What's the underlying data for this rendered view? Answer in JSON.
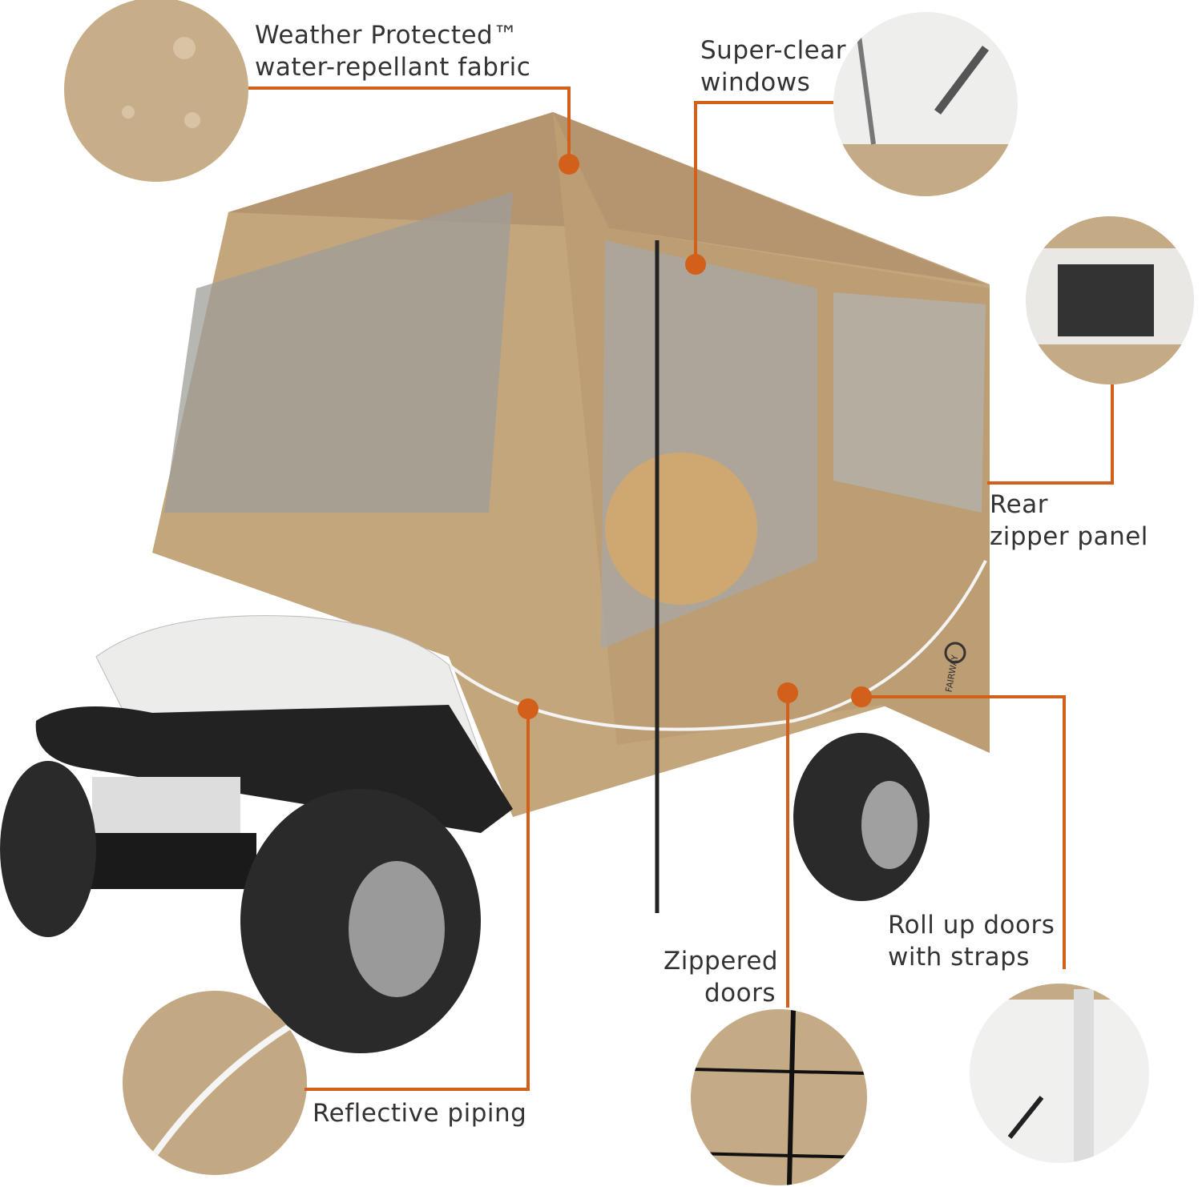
{
  "accent_color": "#d2601a",
  "fabric_color": "#c4a67c",
  "brand_logo": "FAIRWAY",
  "callouts": [
    {
      "id": "fabric",
      "line1": "Weather Protected™",
      "line2": "water-repellant fabric"
    },
    {
      "id": "windows",
      "line1": "Super-clear",
      "line2": "windows"
    },
    {
      "id": "rear",
      "line1": "Rear",
      "line2": "zipper panel"
    },
    {
      "id": "rollup",
      "line1": "Roll up doors",
      "line2": "with straps"
    },
    {
      "id": "zipper",
      "line1": "Zippered",
      "line2": "doors"
    },
    {
      "id": "piping",
      "line1": "Reflective piping"
    }
  ]
}
